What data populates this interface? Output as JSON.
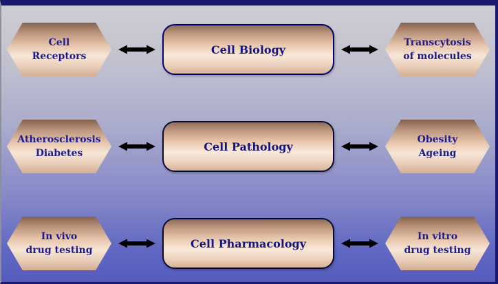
{
  "diagram": {
    "rows": [
      {
        "left_line1": "Cell",
        "left_line2": "Receptors",
        "center": "Cell Biology",
        "right_line1": "Transcytosis",
        "right_line2": "of molecules"
      },
      {
        "left_line1": "Atherosclerosis",
        "left_line2": "Diabetes",
        "center": "Cell Pathology",
        "right_line1": "Obesity",
        "right_line2": "Ageing"
      },
      {
        "left_line1": "In vivo",
        "left_line2": "drug testing",
        "center": "Cell Pharmacology",
        "right_line1": "In vitro",
        "right_line2": "drug testing"
      }
    ]
  },
  "colors": {
    "background_top": "#cecdd3",
    "background_bottom": "#555cbe",
    "frame_border": "#18186e",
    "shape_gradient_dark": "#84624f",
    "shape_gradient_light": "#f7e6d6",
    "text": "#1c1c8f",
    "arrow": "#000000",
    "center_box_border": "#00006e"
  }
}
